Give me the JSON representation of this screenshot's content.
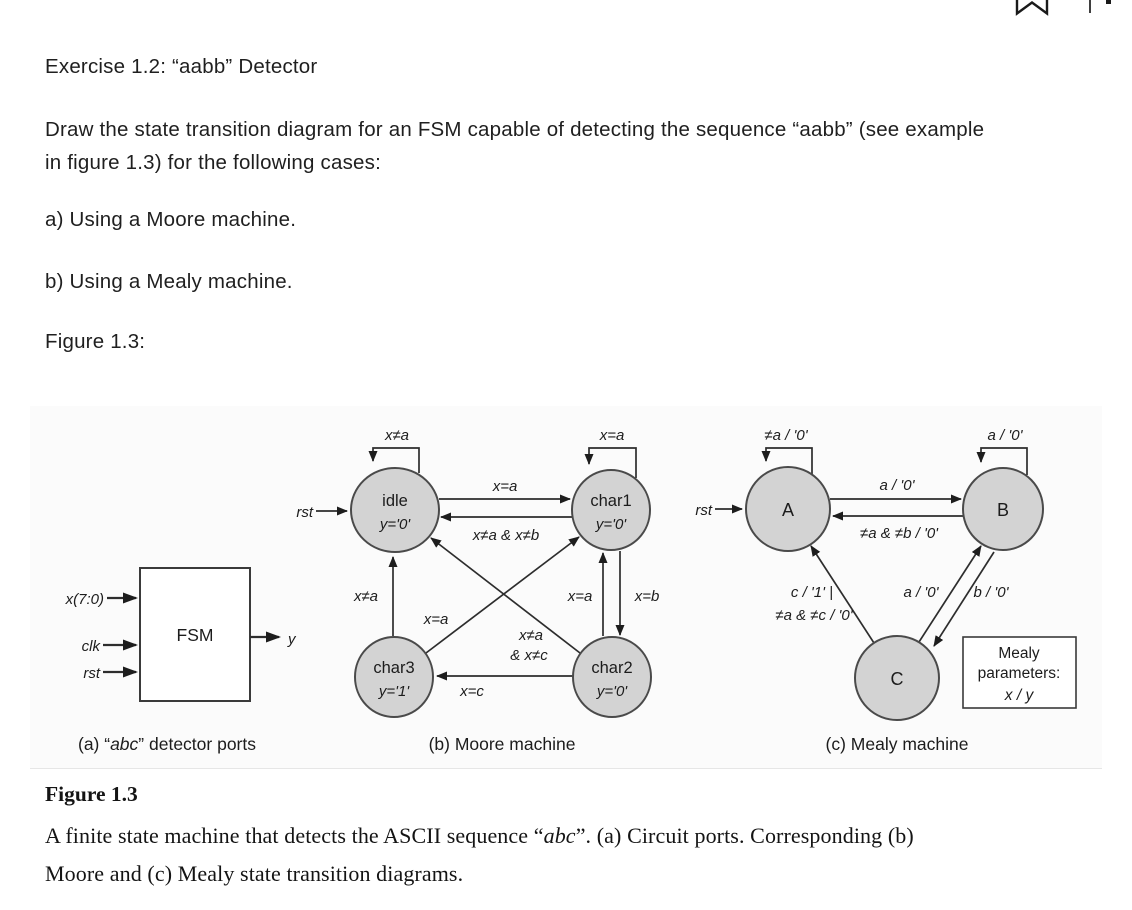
{
  "toolbar": {
    "bookmark_icon": "bookmark-icon",
    "partial_icon": "partial-icon"
  },
  "exercise": {
    "title": "Exercise 1.2: “aabb” Detector",
    "prompt_line1": "Draw the state transition diagram for an FSM capable of detecting the sequence “aabb” (see example",
    "prompt_line2": "in figure 1.3) for the following cases:",
    "item_a": "a) Using a Moore machine.",
    "item_b": "b) Using a Mealy machine.",
    "figure_ref": "Figure 1.3:"
  },
  "figure": {
    "ports": {
      "block_label": "FSM",
      "inputs": [
        "x(7:0)",
        "clk",
        "rst"
      ],
      "output": "y",
      "caption_pre": "(a) “",
      "caption_italic": "abc",
      "caption_post": "” detector ports"
    },
    "moore": {
      "caption": "(b) Moore machine",
      "reset_label": "rst",
      "states": [
        {
          "name": "idle",
          "output": "y='0'"
        },
        {
          "name": "char1",
          "output": "y='0'"
        },
        {
          "name": "char2",
          "output": "y='0'"
        },
        {
          "name": "char3",
          "output": "y='1'"
        }
      ],
      "transitions": {
        "idle_self": "x≠a",
        "char1_self": "x=a",
        "idle_to_char1": "x=a",
        "char1_to_idle": "x≠a & x≠b",
        "char1_to_char2": "x=b",
        "char2_to_char1": "x=a",
        "char2_to_idle_1": "x≠a",
        "char2_to_idle_2": "& x≠c",
        "char2_to_char3": "x=c",
        "char3_to_idle": "x≠a",
        "char3_to_char1": "x=a"
      }
    },
    "mealy": {
      "caption": "(c) Mealy machine",
      "reset_label": "rst",
      "states": [
        "A",
        "B",
        "C"
      ],
      "transitions": {
        "a_self": "≠a / '0'",
        "b_self": "a / '0'",
        "a_to_b": "a / '0'",
        "b_to_a": "≠a & ≠b / '0'",
        "c_to_a_1": "c / '1' |",
        "c_to_a_2": "≠a & ≠c / '0'",
        "c_to_b": "a / '0'",
        "b_to_c": "b / '0'"
      },
      "params_box": {
        "line1": "Mealy",
        "line2": "parameters:",
        "line3": "x / y"
      }
    },
    "caption": {
      "title": "Figure 1.3",
      "line1_pre": "A finite state machine that detects the ASCII sequence “",
      "line1_italic": "abc",
      "line1_post": "”. (a) Circuit ports. Corresponding (b)",
      "line2": "Moore and (c) Mealy state transition diagrams."
    }
  }
}
